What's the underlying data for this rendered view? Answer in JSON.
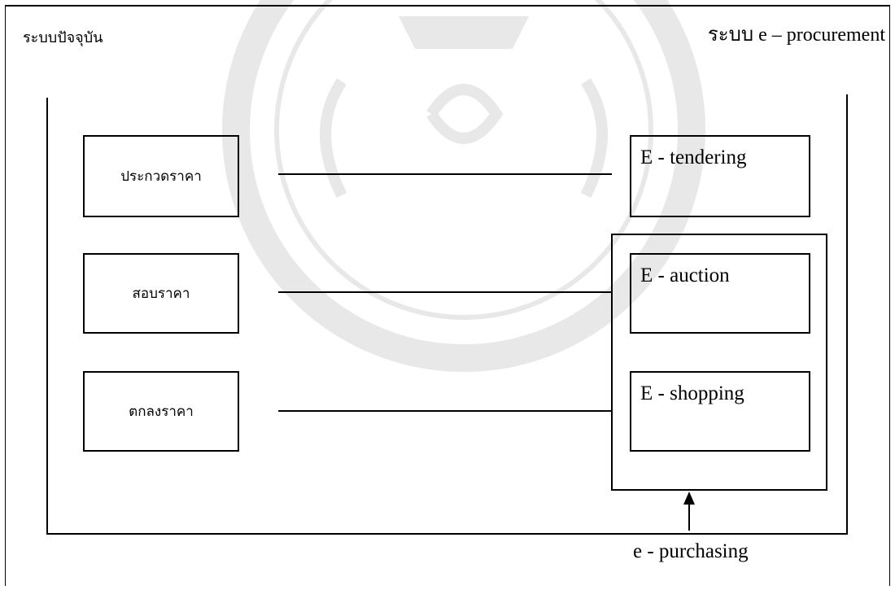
{
  "header": {
    "left_title": "ระบบปัจจุบัน",
    "right_title": "ระบบ e – procurement"
  },
  "current_methods": [
    {
      "label": "ประกวดราคา"
    },
    {
      "label": "สอบราคา"
    },
    {
      "label": "ตกลงราคา"
    }
  ],
  "e_methods": [
    {
      "label": "E - tendering"
    },
    {
      "label": "E - auction"
    },
    {
      "label": "E - shopping"
    }
  ],
  "group_label": "e - purchasing"
}
